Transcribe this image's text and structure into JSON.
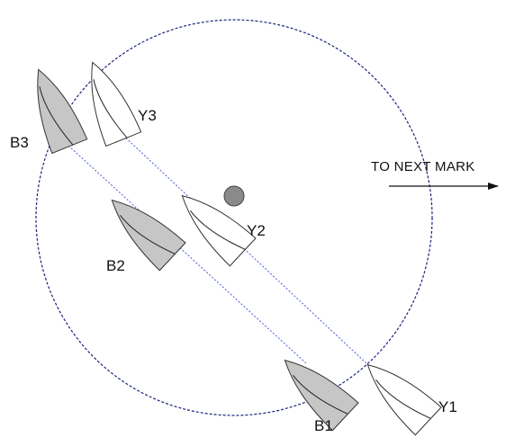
{
  "diagram": {
    "direction_label": "TO NEXT MARK",
    "boats": [
      {
        "id": "B1",
        "label": "B1",
        "team": "blue"
      },
      {
        "id": "B2",
        "label": "B2",
        "team": "blue"
      },
      {
        "id": "B3",
        "label": "B3",
        "team": "blue"
      },
      {
        "id": "Y1",
        "label": "Y1",
        "team": "yellow"
      },
      {
        "id": "Y2",
        "label": "Y2",
        "team": "yellow"
      },
      {
        "id": "Y3",
        "label": "Y3",
        "team": "yellow"
      }
    ],
    "colors": {
      "blue_boat_fill": "#c6c6c6",
      "yellow_boat_fill": "#ffffff",
      "boat_outline": "#333333",
      "zone_circle": "#1a237e",
      "track_line": "#4a5cd6",
      "mark": "#8a8a8a",
      "arrow": "#111111"
    }
  }
}
